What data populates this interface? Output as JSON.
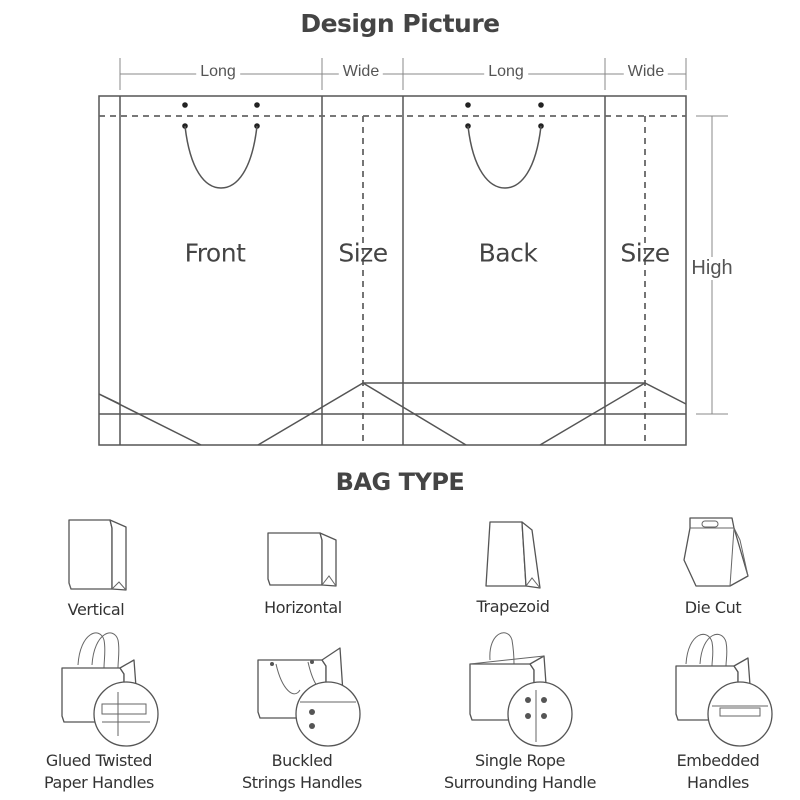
{
  "design": {
    "title": "Design Picture",
    "dimensions": {
      "long_1": "Long",
      "wide_1": "Wide",
      "long_2": "Long",
      "wide_2": "Wide",
      "high": "High"
    },
    "panels": {
      "front": "Front",
      "size_1": "Size",
      "back": "Back",
      "size_2": "Size"
    }
  },
  "bag_type": {
    "title": "BAG TYPE",
    "shapes": [
      {
        "label": "Vertical",
        "icon": "vertical-bag-icon"
      },
      {
        "label": "Horizontal",
        "icon": "horizontal-bag-icon"
      },
      {
        "label": "Trapezoid",
        "icon": "trapezoid-bag-icon"
      },
      {
        "label": "Die Cut",
        "icon": "die-cut-bag-icon"
      }
    ],
    "handles": [
      {
        "label_line1": "Glued Twisted",
        "label_line2": "Paper Handles",
        "icon": "glued-twisted-handle-bag-icon"
      },
      {
        "label_line1": "Buckled",
        "label_line2": "Strings Handles",
        "icon": "buckled-string-handle-bag-icon"
      },
      {
        "label_line1": "Single Rope",
        "label_line2": "Surrounding Handle",
        "icon": "single-rope-handle-bag-icon"
      },
      {
        "label_line1": "Embedded",
        "label_line2": "Handles",
        "icon": "embedded-handle-bag-icon"
      }
    ]
  }
}
